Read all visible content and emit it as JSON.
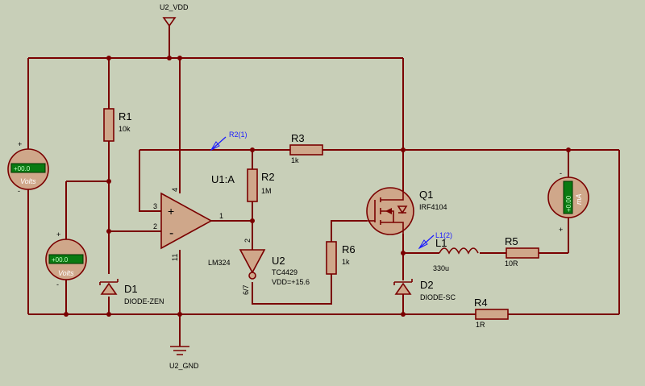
{
  "power": {
    "vdd": "U2_VDD",
    "gnd": "U2_GND"
  },
  "components": {
    "r1": {
      "ref": "R1",
      "value": "10k"
    },
    "r2": {
      "ref": "R2",
      "value": "1M"
    },
    "r3": {
      "ref": "R3",
      "value": "1k"
    },
    "r4": {
      "ref": "R4",
      "value": "1R"
    },
    "r5": {
      "ref": "R5",
      "value": "10R"
    },
    "r6": {
      "ref": "R6",
      "value": "1k"
    },
    "l1": {
      "ref": "L1",
      "value": "330u"
    },
    "d1": {
      "ref": "D1",
      "value": "DIODE-ZEN"
    },
    "d2": {
      "ref": "D2",
      "value": "DIODE-SC"
    },
    "q1": {
      "ref": "Q1",
      "value": "IRF4104"
    },
    "u1": {
      "ref": "U1:A",
      "value": "LM324"
    },
    "u2": {
      "ref": "U2",
      "value": "TC4429",
      "extra": "VDD=+15.6"
    }
  },
  "pins": {
    "u1_in_plus": "3",
    "u1_in_minus": "2",
    "u1_out": "1",
    "u1_vcc": "4",
    "u1_gnd": "11",
    "u2_in": "2",
    "u2_out": "6/7"
  },
  "probes": {
    "p1": "R2(1)",
    "p2": "L1(2)"
  },
  "meters": {
    "volt1": {
      "unit": "Volts",
      "reading": "+00.0"
    },
    "volt2": {
      "unit": "Volts",
      "reading": "+00.0"
    },
    "amm": {
      "unit": "mA",
      "reading": "+0.00"
    }
  },
  "signs": {
    "plus": "+",
    "minus": "-"
  }
}
